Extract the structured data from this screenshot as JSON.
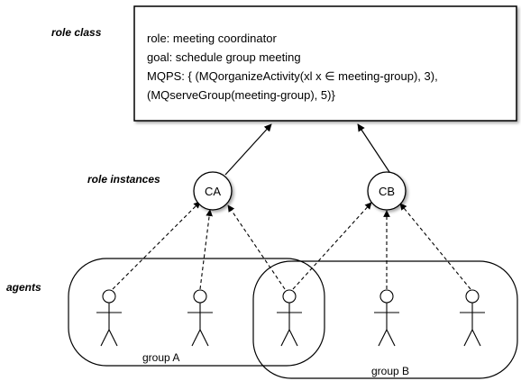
{
  "labels": {
    "role_class": "role class",
    "role_instances": "role instances",
    "agents": "agents"
  },
  "role_box": {
    "line1": "role: meeting coordinator",
    "line2": "goal: schedule group meeting",
    "line3": "MQPS: { (MQorganizeActivity(xl  x ∈ meeting-group), 3),",
    "line4": "(MQserveGroup(meeting-group), 5)}"
  },
  "instances": {
    "ca": "CA",
    "cb": "CB"
  },
  "groups": {
    "a": "group A",
    "b": "group B"
  }
}
